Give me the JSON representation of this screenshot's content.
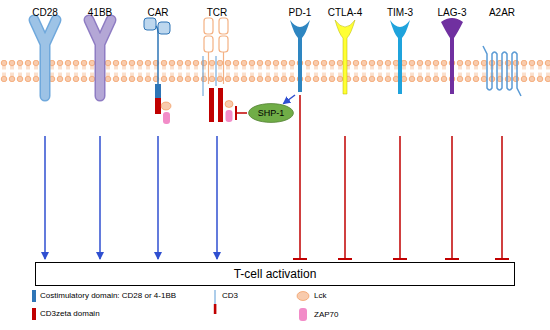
{
  "diagram": {
    "nodes": [
      {
        "text": [
          "CD28"
        ]
      },
      {
        "text": [
          "41BB"
        ]
      },
      {
        "text": [
          "CAR"
        ]
      },
      {
        "text": [
          "TCR"
        ]
      },
      {
        "text": [
          "PD-1"
        ]
      },
      {
        "text": [
          "CTLA-4"
        ]
      },
      {
        "text": [
          "TIM-3"
        ]
      },
      {
        "text": [
          "LAG-3"
        ]
      },
      {
        "text": [
          "A2AR"
        ]
      },
      {
        "text": [
          "SHP-1"
        ]
      },
      {
        "text": [
          "T-cell activation"
        ]
      }
    ],
    "edges": [
      {
        "from": 0,
        "to": 10,
        "arrow": "to"
      },
      {
        "from": 1,
        "to": 10,
        "arrow": "to"
      },
      {
        "from": 2,
        "to": 10,
        "arrow": "to"
      },
      {
        "from": 3,
        "to": 10,
        "arrow": "to"
      },
      {
        "from": 4,
        "to": 10,
        "arrow": "to"
      },
      {
        "from": 5,
        "to": 10,
        "arrow": "to"
      },
      {
        "from": 6,
        "to": 10,
        "arrow": "to"
      },
      {
        "from": 7,
        "to": 10,
        "arrow": "to"
      },
      {
        "from": 8,
        "to": 10,
        "arrow": "to"
      },
      {
        "from": 4,
        "to": 9,
        "arrow": "to"
      },
      {
        "from": 9,
        "to": 3,
        "arrow": "to"
      }
    ],
    "legend": [
      {
        "text": "Costimulatory domain: CD28 or 4-1BB",
        "color": "#2e75b6"
      },
      {
        "text": "CD3zeta domain",
        "color": "#c00000"
      },
      {
        "text": "CD3"
      },
      {
        "text": "Lck"
      },
      {
        "text": "ZAP70"
      }
    ]
  }
}
